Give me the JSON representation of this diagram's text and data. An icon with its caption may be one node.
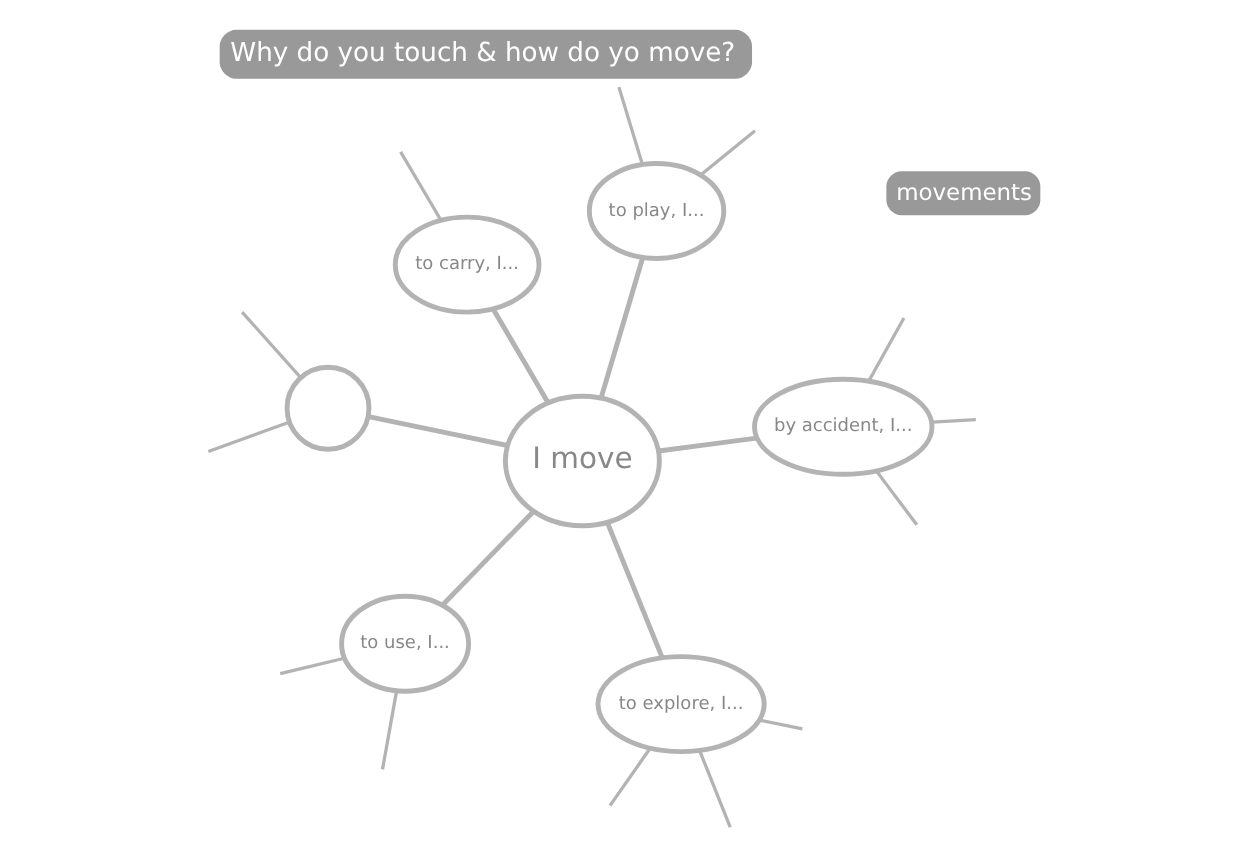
{
  "diagram": {
    "title": "Why do you touch & how do yo move?",
    "nodes": [
      {
        "text": [
          "I move"
        ]
      },
      {
        "text": [
          "to explore, I..."
        ]
      },
      {
        "text": [
          "to use, I..."
        ]
      },
      {
        "text": [
          "to play, I..."
        ]
      },
      {
        "text": [
          "by accident, I..."
        ]
      },
      {
        "text": [
          "to carry, I..."
        ]
      },
      {
        "text": [],
        "shape": "circle"
      }
    ],
    "edges": [
      {
        "from": 0,
        "to": 1,
        "arrow": "none"
      },
      {
        "from": 0,
        "to": 2,
        "arrow": "none"
      },
      {
        "from": 0,
        "to": 3,
        "arrow": "none"
      },
      {
        "from": 0,
        "to": 4,
        "arrow": "none"
      },
      {
        "from": 0,
        "to": 5,
        "arrow": "none"
      },
      {
        "from": 0,
        "to": 6,
        "arrow": "none"
      },
      {
        "from": 1,
        "to": null,
        "arrow": "none"
      },
      {
        "from": 1,
        "to": null,
        "arrow": "none"
      },
      {
        "from": 1,
        "to": null,
        "arrow": "none"
      },
      {
        "from": 2,
        "to": null,
        "arrow": "none"
      },
      {
        "from": 2,
        "to": null,
        "arrow": "none"
      },
      {
        "from": 3,
        "to": null,
        "arrow": "none"
      },
      {
        "from": 3,
        "to": null,
        "arrow": "none"
      },
      {
        "from": 4,
        "to": null,
        "arrow": "none"
      },
      {
        "from": 4,
        "to": null,
        "arrow": "none"
      },
      {
        "from": 4,
        "to": null,
        "arrow": "none"
      },
      {
        "from": 5,
        "to": null,
        "arrow": "none"
      },
      {
        "from": 6,
        "to": null,
        "arrow": "none"
      },
      {
        "from": 6,
        "to": null,
        "arrow": "none"
      }
    ],
    "labels": [
      "movements"
    ]
  }
}
